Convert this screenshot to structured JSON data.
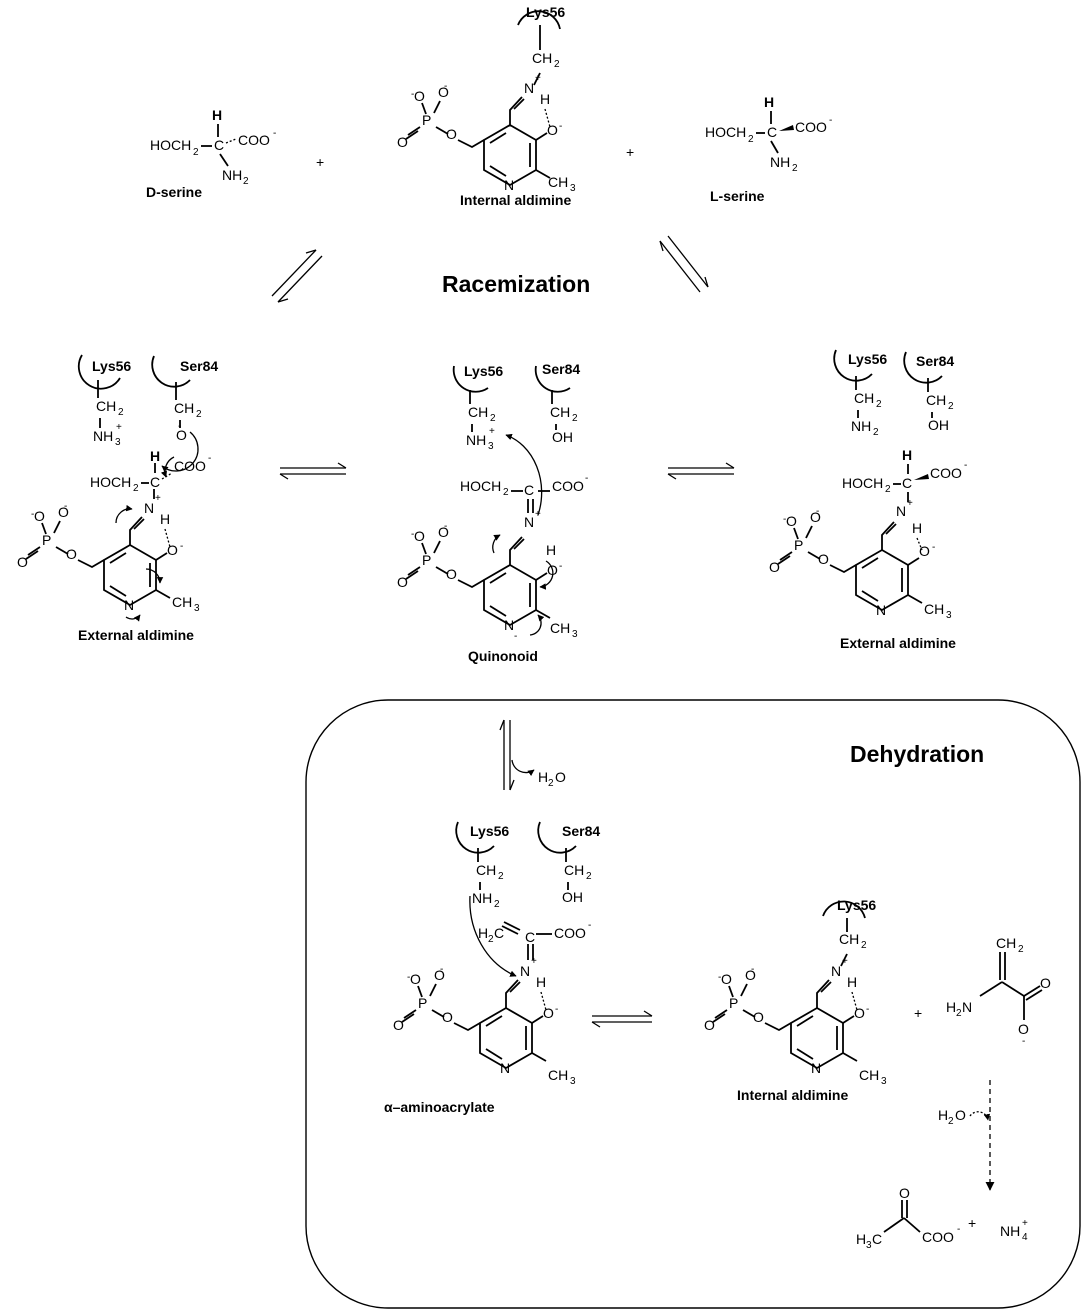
{
  "titles": {
    "racemization": "Racemization",
    "dehydration": "Dehydration"
  },
  "residues": {
    "lys": "Lys56",
    "ser": "Ser84"
  },
  "atoms": {
    "o": "O",
    "p": "P",
    "n": "N",
    "h": "H",
    "c": "C",
    "ch2": "CH",
    "ch3": "CH",
    "nh2": "NH",
    "nh3": "NH",
    "oh": "OH",
    "hoch2": "HOCH",
    "coo": "COO",
    "h2c": "H",
    "h2n": "H",
    "h2o": "H",
    "h3c": "H",
    "nh4": "NH",
    "minus": "-",
    "plus": "+",
    "sub2": "2",
    "sub3": "3",
    "sub4": "4",
    "hc_c": "C",
    "h2o_o": "O",
    "h2n_n": "N"
  },
  "operators": {
    "plus": "+"
  },
  "labels": {
    "d_serine": "D-serine",
    "l_serine": "L-serine",
    "internal_aldimine": "Internal aldimine",
    "external_aldimine": "External aldimine",
    "quinonoid": "Quinonoid",
    "aminoacrylate": "α–aminoacrylate",
    "water": "H₂O"
  }
}
